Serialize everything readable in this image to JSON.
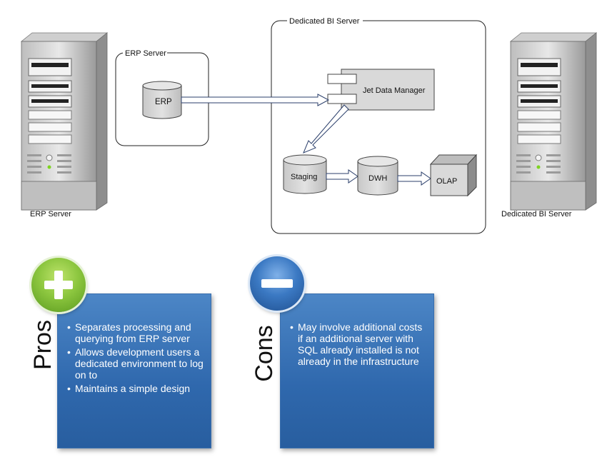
{
  "diagram": {
    "left_server_label": "ERP Server",
    "right_server_label": "Dedicated BI Server",
    "erp_group_title": "ERP Server",
    "bi_group_title": "Dedicated BI Server",
    "erp_db_label": "ERP",
    "jet_label": "Jet Data Manager",
    "staging_label": "Staging",
    "dwh_label": "DWH",
    "olap_label": "OLAP"
  },
  "pros": {
    "heading": "Pros",
    "items": [
      "Separates processing and querying  from ERP server",
      "Allows development users a dedicated environment to log on to",
      "Maintains a simple design"
    ]
  },
  "cons": {
    "heading": "Cons",
    "items": [
      "May involve additional costs if an additional server with SQL already installed is not  already in the infrastructure"
    ]
  },
  "icons": {
    "plus": "plus-icon",
    "minus": "minus-icon",
    "server": "server-tower-icon",
    "database": "database-cylinder-icon"
  },
  "colors": {
    "panel_blue": "#2f68ad",
    "plus_green": "#8cc63f",
    "minus_blue": "#3b79c3",
    "shape_gray": "#d9d9d9"
  }
}
